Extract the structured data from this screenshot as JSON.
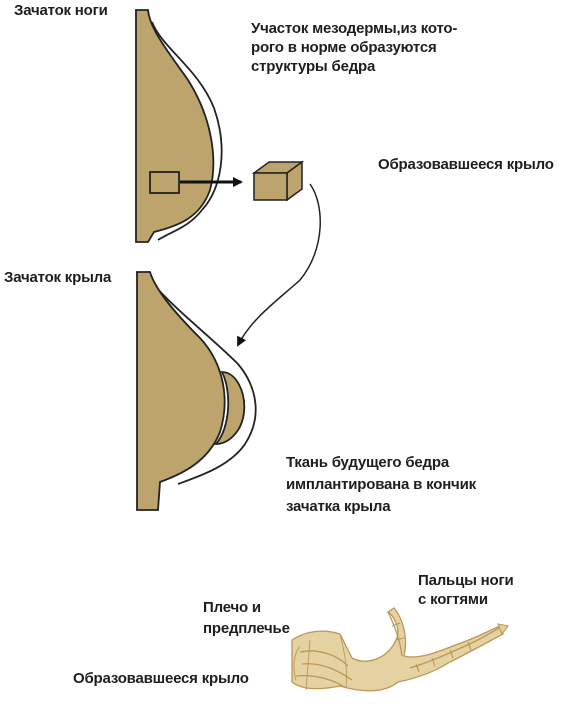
{
  "labels": {
    "leg_bud": "Зачаток ноги",
    "mesoderm_region": "Участок мезодермы,из кото-\nрого в норме образуются\nструктуры бедра",
    "formed_wing_top": "Образовавшееся крыло",
    "wing_bud": "Зачаток крыла",
    "implanted_tissue": "Ткань будущего бедра\nимплантирована в кончик\nзачатка крыла",
    "leg_toes": "Пальцы ноги\nс когтями",
    "shoulder_forearm": "Плечо и\nпредплечье",
    "formed_wing_bottom": "Образовавшееся крыло"
  },
  "colors": {
    "tissue": "#bda46c",
    "outline": "#222222",
    "limb_fill": "#e4d2a2",
    "limb_outline": "#bb9855"
  }
}
